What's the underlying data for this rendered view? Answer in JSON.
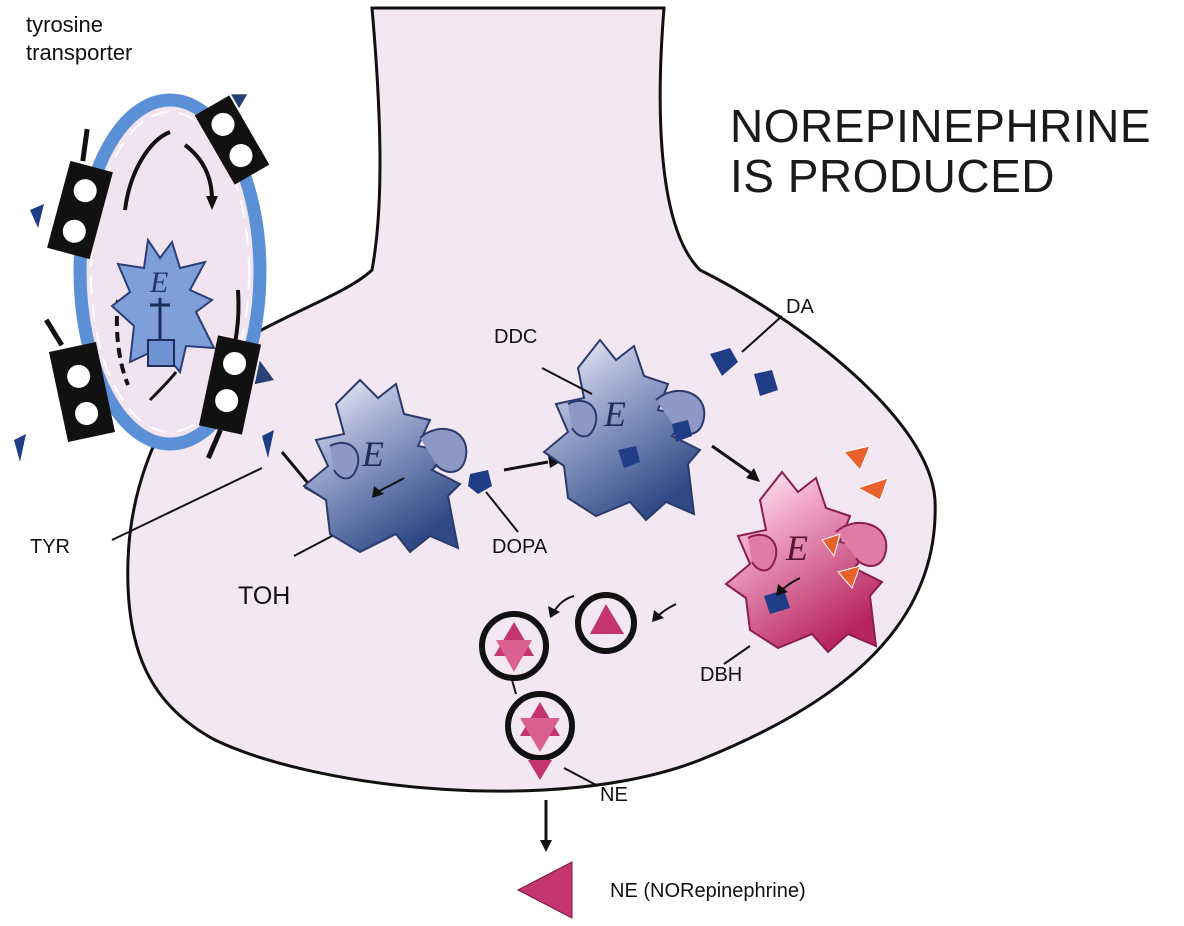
{
  "title": {
    "line1": "NOREPINEPHRINE",
    "line2": "IS PRODUCED"
  },
  "labels": {
    "tyrosine_transporter_line1": "tyrosine",
    "tyrosine_transporter_line2": "transporter",
    "tyr": "TYR",
    "toh": "TOH",
    "dopa": "DOPA",
    "ddc": "DDC",
    "da": "DA",
    "dbh": "DBH",
    "ne": "NE",
    "legend_ne": "NE (NORepinephrine)"
  },
  "enzyme_letter": "E",
  "colors": {
    "terminal_fill": "#f2e6f1",
    "transporter_ring": "#5b8fd6",
    "enzyme_blue": "#5a6fa8",
    "enzyme_blue_light": "#c9cde2",
    "enzyme_pink": "#c8467f",
    "enzyme_pink_light": "#f2bcd4",
    "molecule_dark": "#1f3c86",
    "ne_triangle": "#c4346f",
    "dbh_triangle": "#e8612c"
  }
}
